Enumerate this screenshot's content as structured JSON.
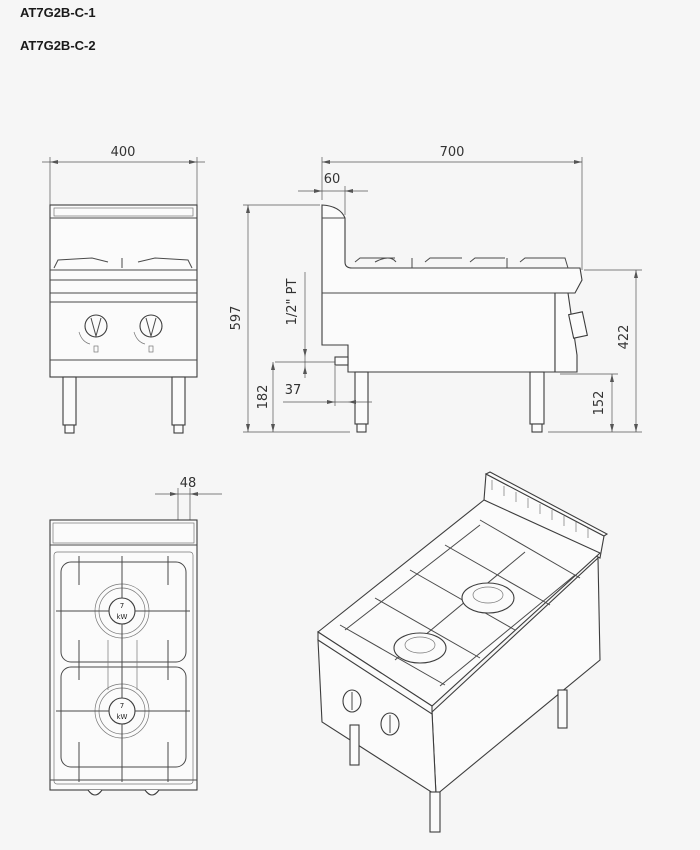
{
  "models": [
    "AT7G2B-C-1",
    "AT7G2B-C-2"
  ],
  "front_view": {
    "width": "400"
  },
  "side_view": {
    "depth": "700",
    "backsplash": "60",
    "height_total": "597",
    "height_top": "422",
    "leg_height": "152",
    "gas_inlet_height": "182",
    "gas_inlet_offset": "37",
    "gas_connection": "1/2\" PT"
  },
  "top_view": {
    "offset": "48",
    "burner_power_value": "7",
    "burner_power_unit": "kW"
  },
  "colors": {
    "line": "#4a4a4a",
    "background": "#f6f6f6"
  }
}
